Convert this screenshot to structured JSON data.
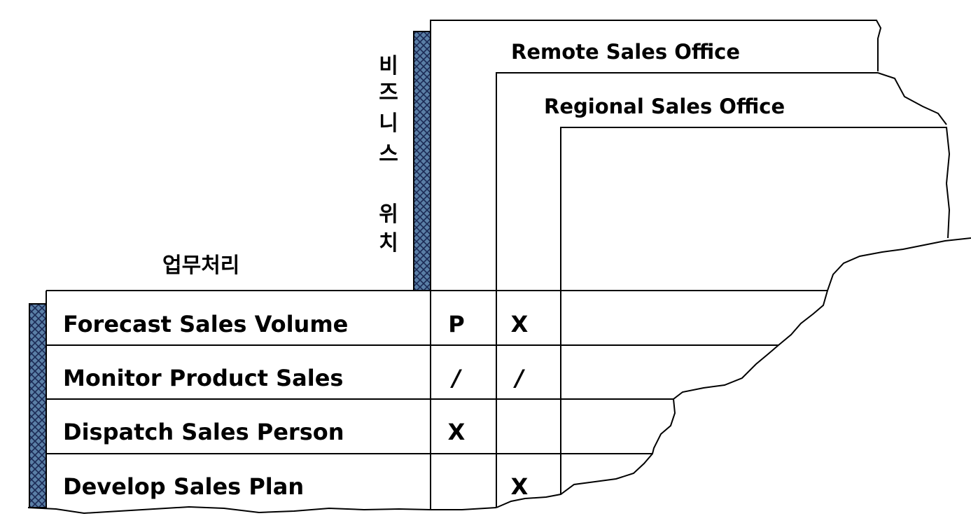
{
  "axis": {
    "vertical_title_chars": [
      "비",
      "즈",
      "니",
      "스",
      "위",
      "치"
    ],
    "horizontal_title": "업무처리"
  },
  "columns": [
    "Remote Sales Office",
    "Regional Sales Office",
    ""
  ],
  "rows": [
    {
      "process": "Forecast Sales Volume",
      "cells": [
        "P",
        "X",
        ""
      ]
    },
    {
      "process": "Monitor Product Sales",
      "cells": [
        "/",
        "/",
        ""
      ]
    },
    {
      "process": "Dispatch Sales Person",
      "cells": [
        "X",
        "",
        ""
      ]
    },
    {
      "process": "Develop Sales Plan",
      "cells": [
        "",
        "X",
        ""
      ]
    }
  ],
  "colors": {
    "hatch_bar": "#4a6a8a",
    "line": "#000000",
    "background": "#ffffff"
  }
}
